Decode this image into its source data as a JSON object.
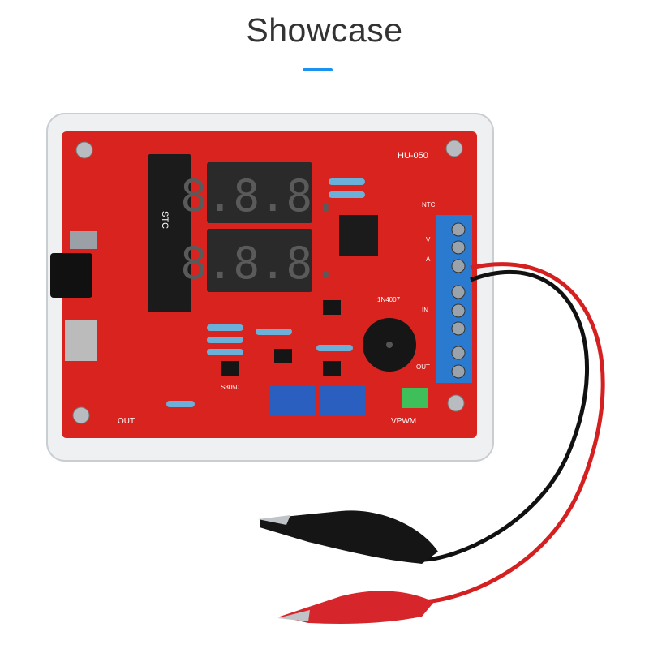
{
  "header": {
    "title": "Showcase"
  },
  "photo": {
    "labels": {
      "model": "HU-050",
      "ntc": "NTC",
      "transistor": "S8050",
      "pwm": "VPWM",
      "out": "OUT",
      "in": "IN",
      "diode": "1N4007",
      "chip": "STC",
      "volt": "V",
      "amp": "A"
    },
    "display_digits": [
      "8.8.8.",
      "8.8.8."
    ],
    "colors": {
      "board": "#d9231f",
      "display": "#2a2a2a",
      "terminal": "#2a7bd0",
      "accent": "#1a93f0"
    }
  }
}
